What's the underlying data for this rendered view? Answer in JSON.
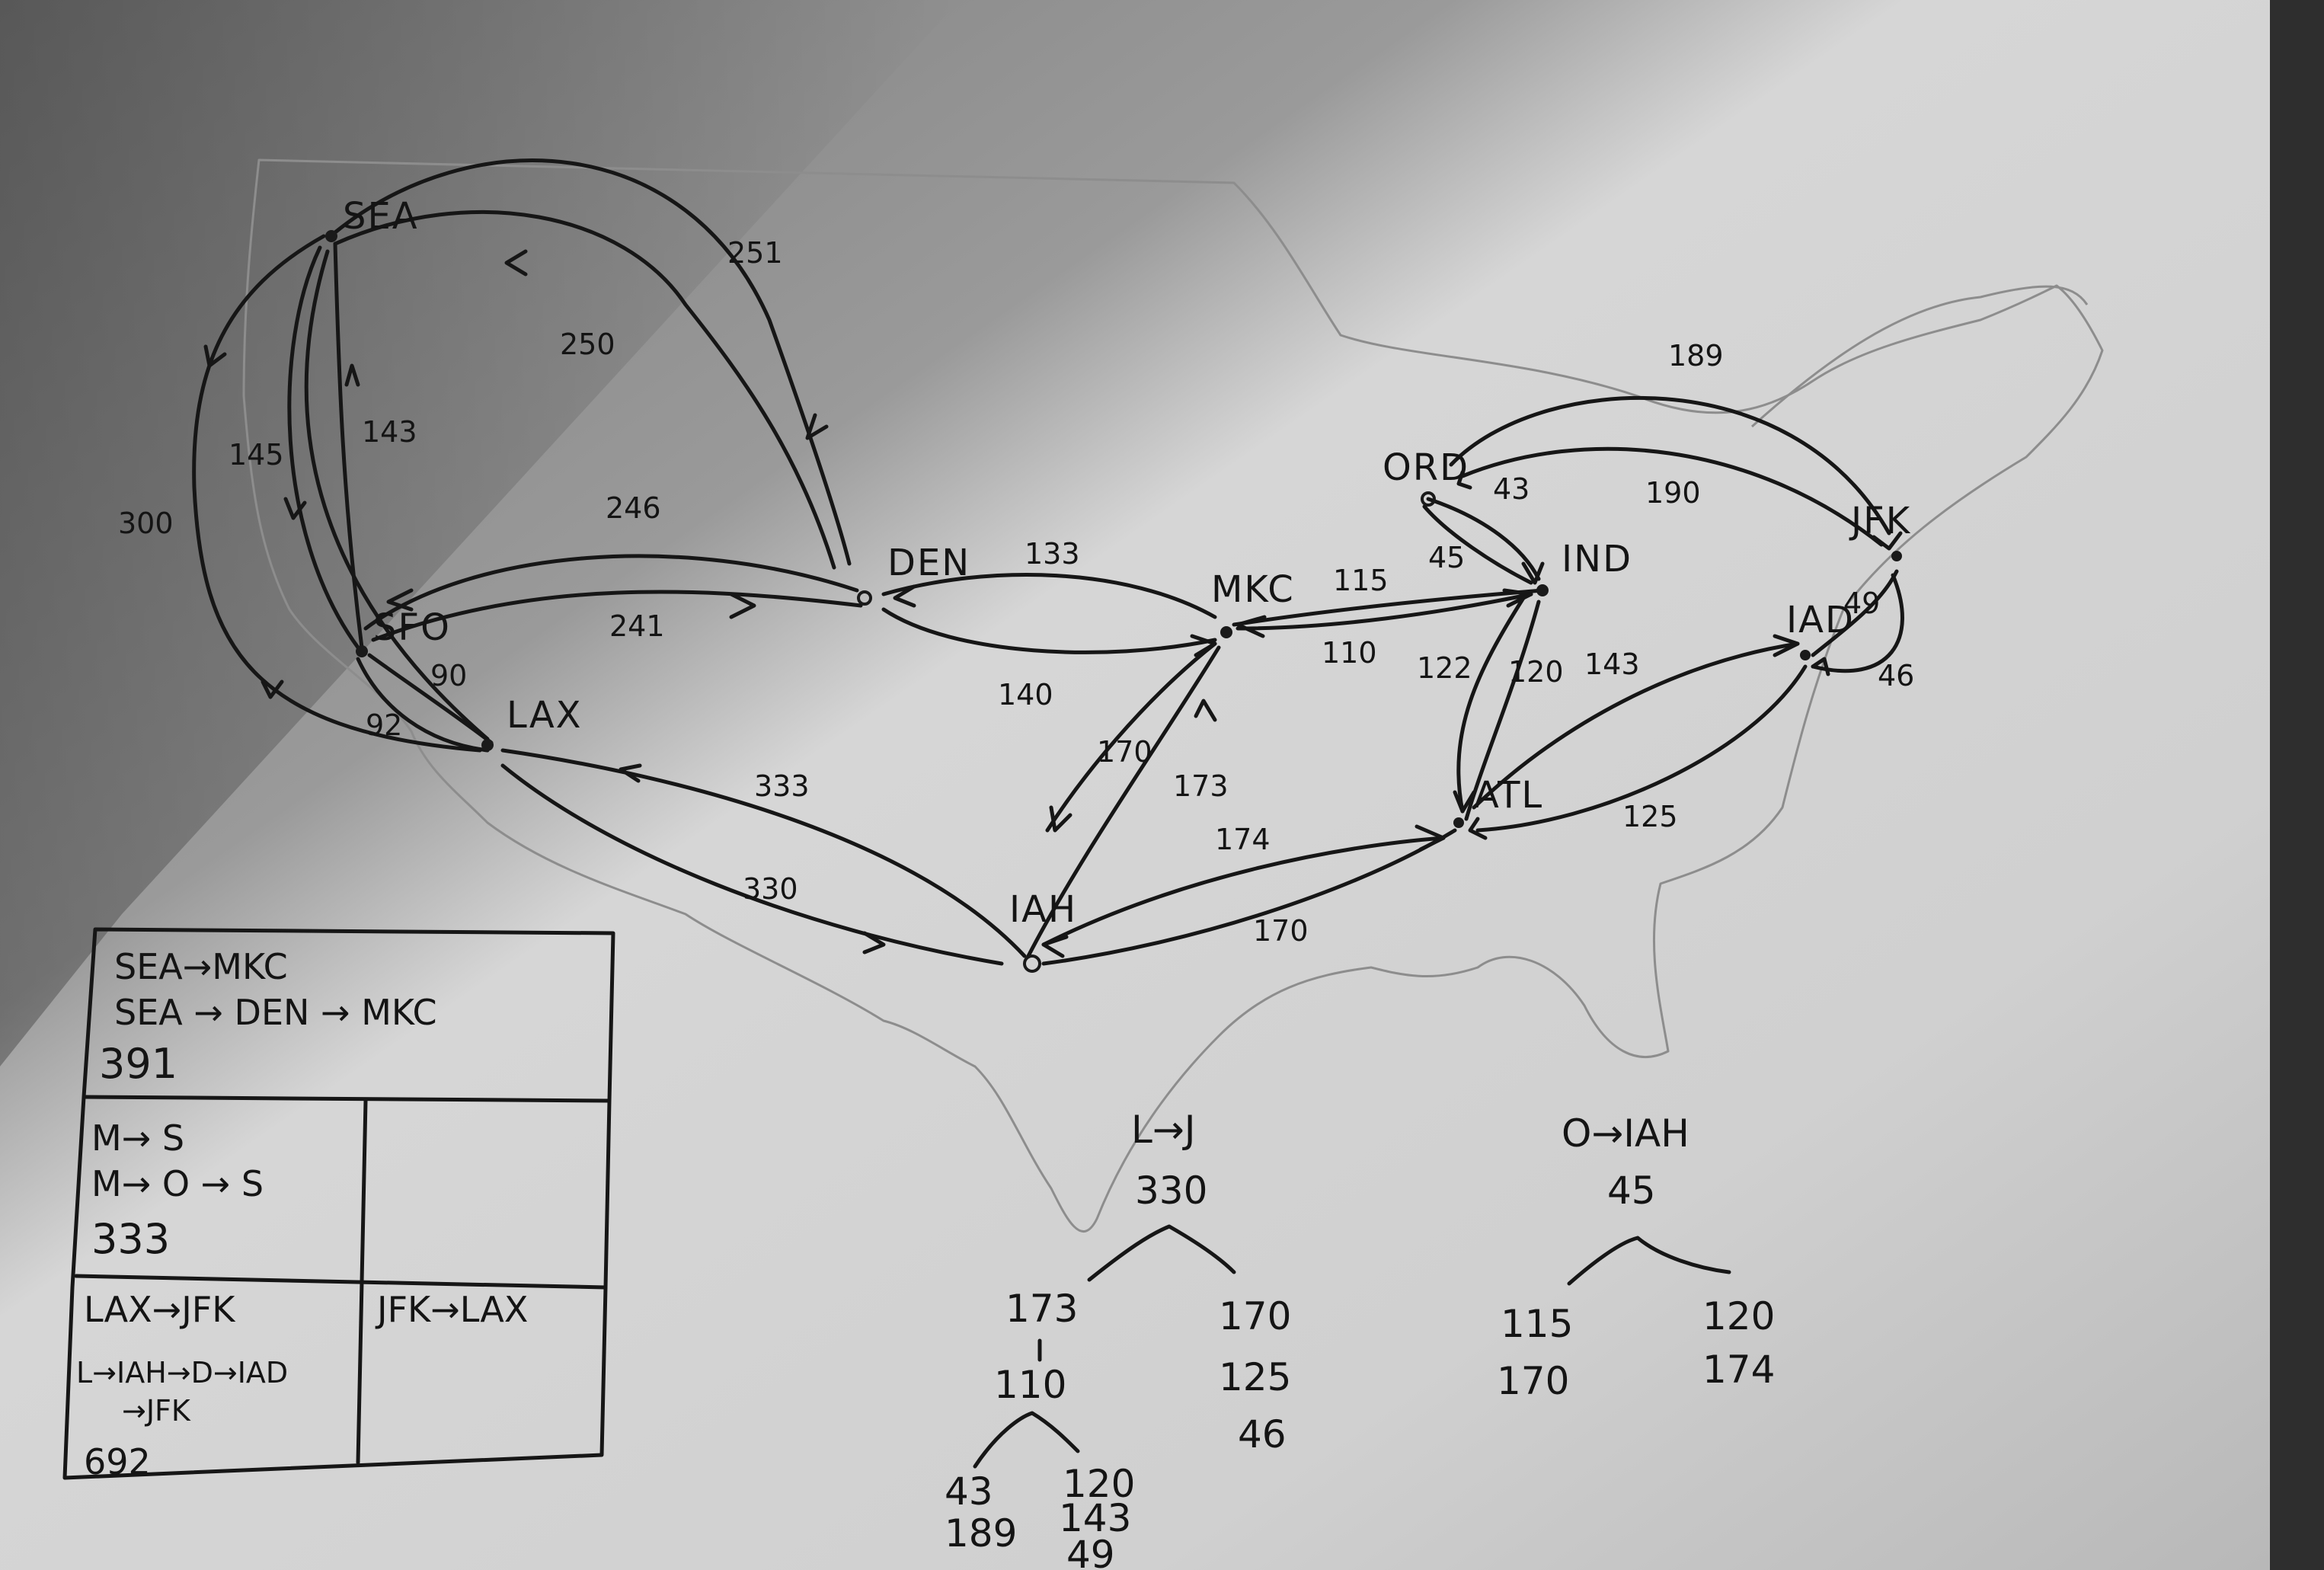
{
  "colors": {
    "paper_light": "#dcdcdc",
    "paper_shadow": "#8a8a8a",
    "ink": "#161616",
    "pencil": "#8d8d8d",
    "background": "#2e2e2e"
  },
  "nodes": {
    "sea": "SEA",
    "sfo": "SFO",
    "lax": "LAX",
    "den": "DEN",
    "mkc": "MKC",
    "iah": "IAH",
    "ord": "ORD",
    "ind": "IND",
    "atl": "ATL",
    "iad": "IAD",
    "jfk": "JFK"
  },
  "edges": {
    "sea_den_outer": "251",
    "sea_den_inner": "250",
    "sea_lax_outer": "300",
    "sea_sfo_left": "145",
    "sfo_sea": "143",
    "den_sfo": "246",
    "sfo_den": "241",
    "sfo_lax": "90",
    "lax_sfo": "92",
    "mkc_den": "133",
    "den_mkc": "140",
    "iah_lax": "333",
    "lax_iah": "330",
    "mkc_iah": "170",
    "iah_mkc": "173",
    "iah_atl": "174",
    "atl_iah": "170",
    "mkc_ind": "115",
    "ind_mkc": "110",
    "ord_ind_a": "43",
    "ord_ind_b": "45",
    "atl_ind": "122",
    "ind_atl": "120",
    "jfk_ord_outer": "189",
    "jfk_ord_inner": "190",
    "atl_iad": "143",
    "iad_atl": "125",
    "iad_jfk": "49",
    "jfk_iad": "46"
  },
  "table": {
    "cell1": {
      "line1": "SEA→MKC",
      "line2": "SEA → DEN → MKC",
      "total": "391"
    },
    "cell2": {
      "line1": "M→ S",
      "line2": "M→ O → S",
      "total": "333"
    },
    "cell3": {
      "line1": "LAX→JFK",
      "line2": "L→IAH→D→IAD",
      "line3": "→JFK",
      "total": "692"
    },
    "cell4": {
      "line1": "JFK→LAX"
    }
  },
  "tree_lj": {
    "root": "L→J",
    "value": "330",
    "left_a": "173",
    "left_b": "110",
    "right_a": "170",
    "right_b": "125",
    "right_c": "46",
    "ll_a": "43",
    "ll_b": "189",
    "lr_a": "120",
    "lr_b": "143",
    "lr_c": "49"
  },
  "tree_oi": {
    "root": "O→IAH",
    "value": "45",
    "left_a": "115",
    "left_b": "170",
    "right_a": "120",
    "right_b": "174"
  }
}
